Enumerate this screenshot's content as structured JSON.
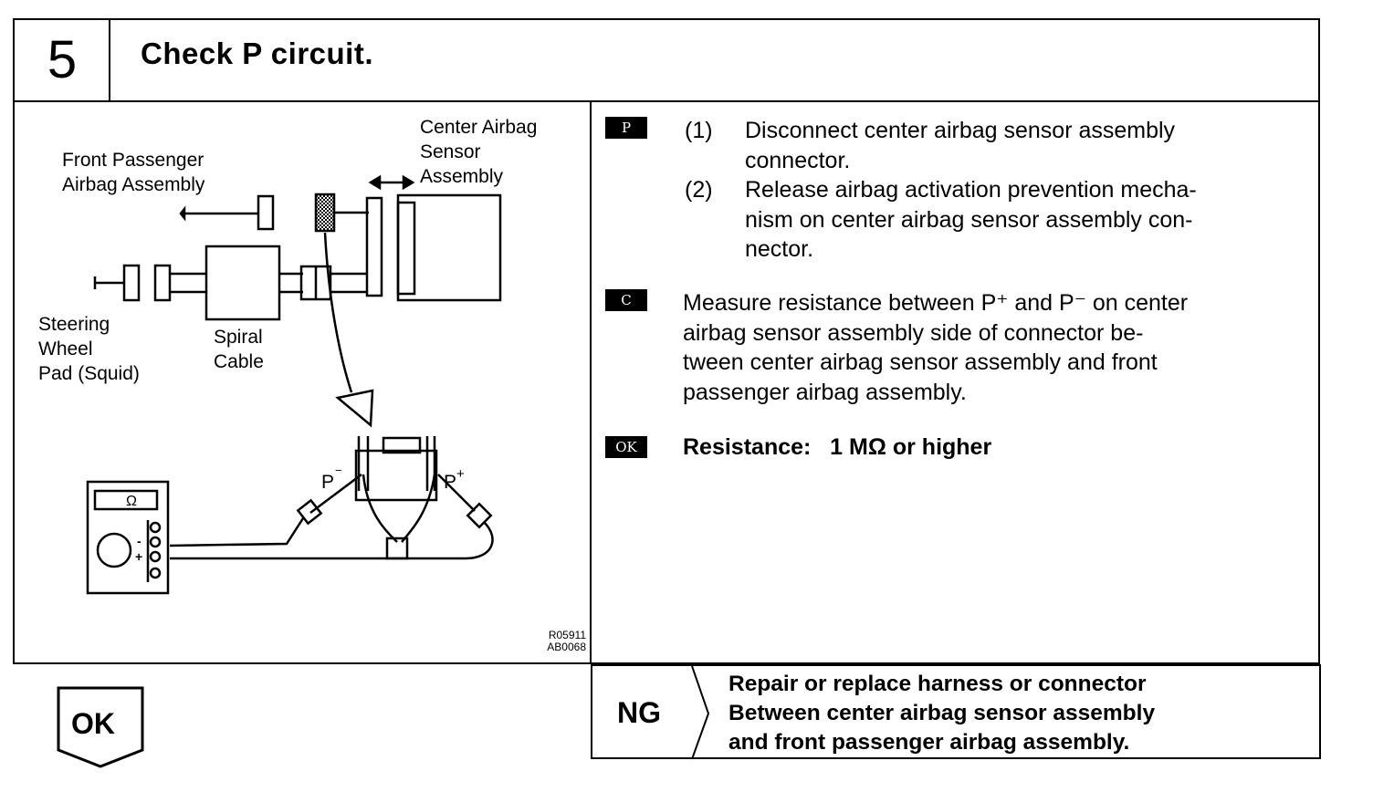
{
  "step": {
    "number": "5",
    "title": "Check P circuit."
  },
  "diagram": {
    "labels": {
      "center_sensor": "Center Airbag\nSensor\nAssembly",
      "front_passenger": "Front Passenger\nAirbag Assembly",
      "steering_wheel": "Steering\nWheel\nPad (Squid)",
      "spiral_cable": "Spiral\nCable",
      "p_minus": "P",
      "p_plus": "P",
      "ohm": "Ω"
    },
    "code_line1": "R05911",
    "code_line2": "AB0068"
  },
  "procedure": {
    "prep_tag": "P",
    "step1_num": "(1)",
    "step1_line1": "Disconnect center airbag sensor assembly",
    "step1_line2": "connector.",
    "step2_num": "(2)",
    "step2_line1": "Release airbag activation prevention mecha-",
    "step2_line2": "nism on center airbag sensor assembly con-",
    "step2_line3": "nector.",
    "check_tag": "C",
    "check_line1": "Measure resistance between P⁺ and P⁻ on center",
    "check_line2": "airbag sensor assembly side of connector be-",
    "check_line3": "tween center airbag sensor assembly and front",
    "check_line4": "passenger airbag assembly.",
    "ok_tag": "OK",
    "spec": "Resistance:   1 MΩ or higher"
  },
  "result": {
    "ok_label": "OK",
    "ng_label": "NG",
    "ng_line1": "Repair or replace harness or connector",
    "ng_line2": "Between center airbag sensor assembly",
    "ng_line3": "and front passenger airbag assembly."
  }
}
